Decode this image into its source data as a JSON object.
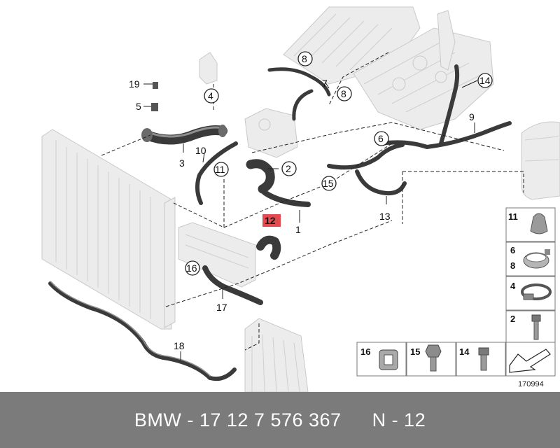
{
  "diagram": {
    "callouts": [
      {
        "id": "c1",
        "label": "1",
        "circled": false
      },
      {
        "id": "c2",
        "label": "2",
        "circled": true
      },
      {
        "id": "c3",
        "label": "3",
        "circled": false
      },
      {
        "id": "c4",
        "label": "4",
        "circled": true
      },
      {
        "id": "c5",
        "label": "5",
        "circled": false
      },
      {
        "id": "c6",
        "label": "6",
        "circled": true
      },
      {
        "id": "c7",
        "label": "7",
        "circled": false
      },
      {
        "id": "c8a",
        "label": "8",
        "circled": true
      },
      {
        "id": "c8b",
        "label": "8",
        "circled": true
      },
      {
        "id": "c9",
        "label": "9",
        "circled": false
      },
      {
        "id": "c10",
        "label": "10",
        "circled": false
      },
      {
        "id": "c11",
        "label": "11",
        "circled": true
      },
      {
        "id": "c12",
        "label": "12",
        "circled": false,
        "highlight": true
      },
      {
        "id": "c13",
        "label": "13",
        "circled": false
      },
      {
        "id": "c14",
        "label": "14",
        "circled": true
      },
      {
        "id": "c15",
        "label": "15",
        "circled": true
      },
      {
        "id": "c16",
        "label": "16",
        "circled": true
      },
      {
        "id": "c17",
        "label": "17",
        "circled": false
      },
      {
        "id": "c18",
        "label": "18",
        "circled": false
      },
      {
        "id": "c19",
        "label": "19",
        "circled": false
      }
    ],
    "highlight_color": "#e4494f",
    "legend": {
      "right_column": [
        {
          "labels": [
            "11"
          ],
          "icon": "hose-clip-icon"
        },
        {
          "labels": [
            "6",
            "8"
          ],
          "icon": "band-clamp-icon"
        },
        {
          "labels": [
            "4"
          ],
          "icon": "worm-clamp-icon"
        },
        {
          "labels": [
            "2"
          ],
          "icon": "bolt-icon"
        }
      ],
      "bottom_row": [
        {
          "labels": [
            "16"
          ],
          "icon": "grommet-icon"
        },
        {
          "labels": [
            "15"
          ],
          "icon": "hex-screw-icon"
        },
        {
          "labels": [
            "14"
          ],
          "icon": "bolt-icon"
        },
        {
          "labels": [],
          "icon": "arrow-icon"
        }
      ]
    },
    "drawing_number": "170994"
  },
  "footer": {
    "part_text": "BMW - 17 12 7 576 367",
    "position_text": "N - 12",
    "background": "#7b7b7b"
  }
}
